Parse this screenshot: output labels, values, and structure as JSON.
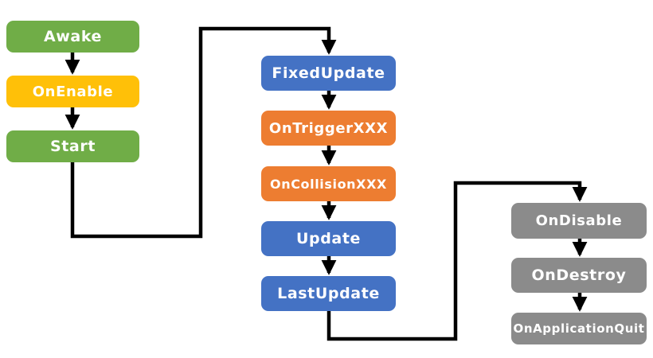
{
  "diagram": {
    "type": "flowchart",
    "background": "#ffffff",
    "connector_color": "#000000",
    "nodes": [
      {
        "id": "awake",
        "label": "Awake",
        "color": "#70AD47"
      },
      {
        "id": "on-enable",
        "label": "OnEnable",
        "color": "#FFC008"
      },
      {
        "id": "start",
        "label": "Start",
        "color": "#70AD47"
      },
      {
        "id": "fixed-update",
        "label": "FixedUpdate",
        "color": "#4472C4"
      },
      {
        "id": "on-trigger-xxx",
        "label": "OnTriggerXXX",
        "color": "#ED7D31"
      },
      {
        "id": "on-collision-xxx",
        "label": "OnCollisionXXX",
        "color": "#ED7D31"
      },
      {
        "id": "update",
        "label": "Update",
        "color": "#4472C4"
      },
      {
        "id": "last-update",
        "label": "LastUpdate",
        "color": "#4472C4"
      },
      {
        "id": "on-disable",
        "label": "OnDisable",
        "color": "#8B8B8B"
      },
      {
        "id": "on-destroy",
        "label": "OnDestroy",
        "color": "#8B8B8B"
      },
      {
        "id": "on-application-quit",
        "label": "OnApplicationQuit",
        "color": "#8B8B8B"
      }
    ],
    "edges": [
      {
        "from": "Awake",
        "to": "OnEnable"
      },
      {
        "from": "OnEnable",
        "to": "Start"
      },
      {
        "from": "Start",
        "to": "FixedUpdate"
      },
      {
        "from": "FixedUpdate",
        "to": "OnTriggerXXX"
      },
      {
        "from": "OnTriggerXXX",
        "to": "OnCollisionXXX"
      },
      {
        "from": "OnCollisionXXX",
        "to": "Update"
      },
      {
        "from": "Update",
        "to": "LastUpdate"
      },
      {
        "from": "LastUpdate",
        "to": "OnDisable"
      },
      {
        "from": "OnDisable",
        "to": "OnDestroy"
      },
      {
        "from": "OnDestroy",
        "to": "OnApplicationQuit"
      }
    ]
  }
}
